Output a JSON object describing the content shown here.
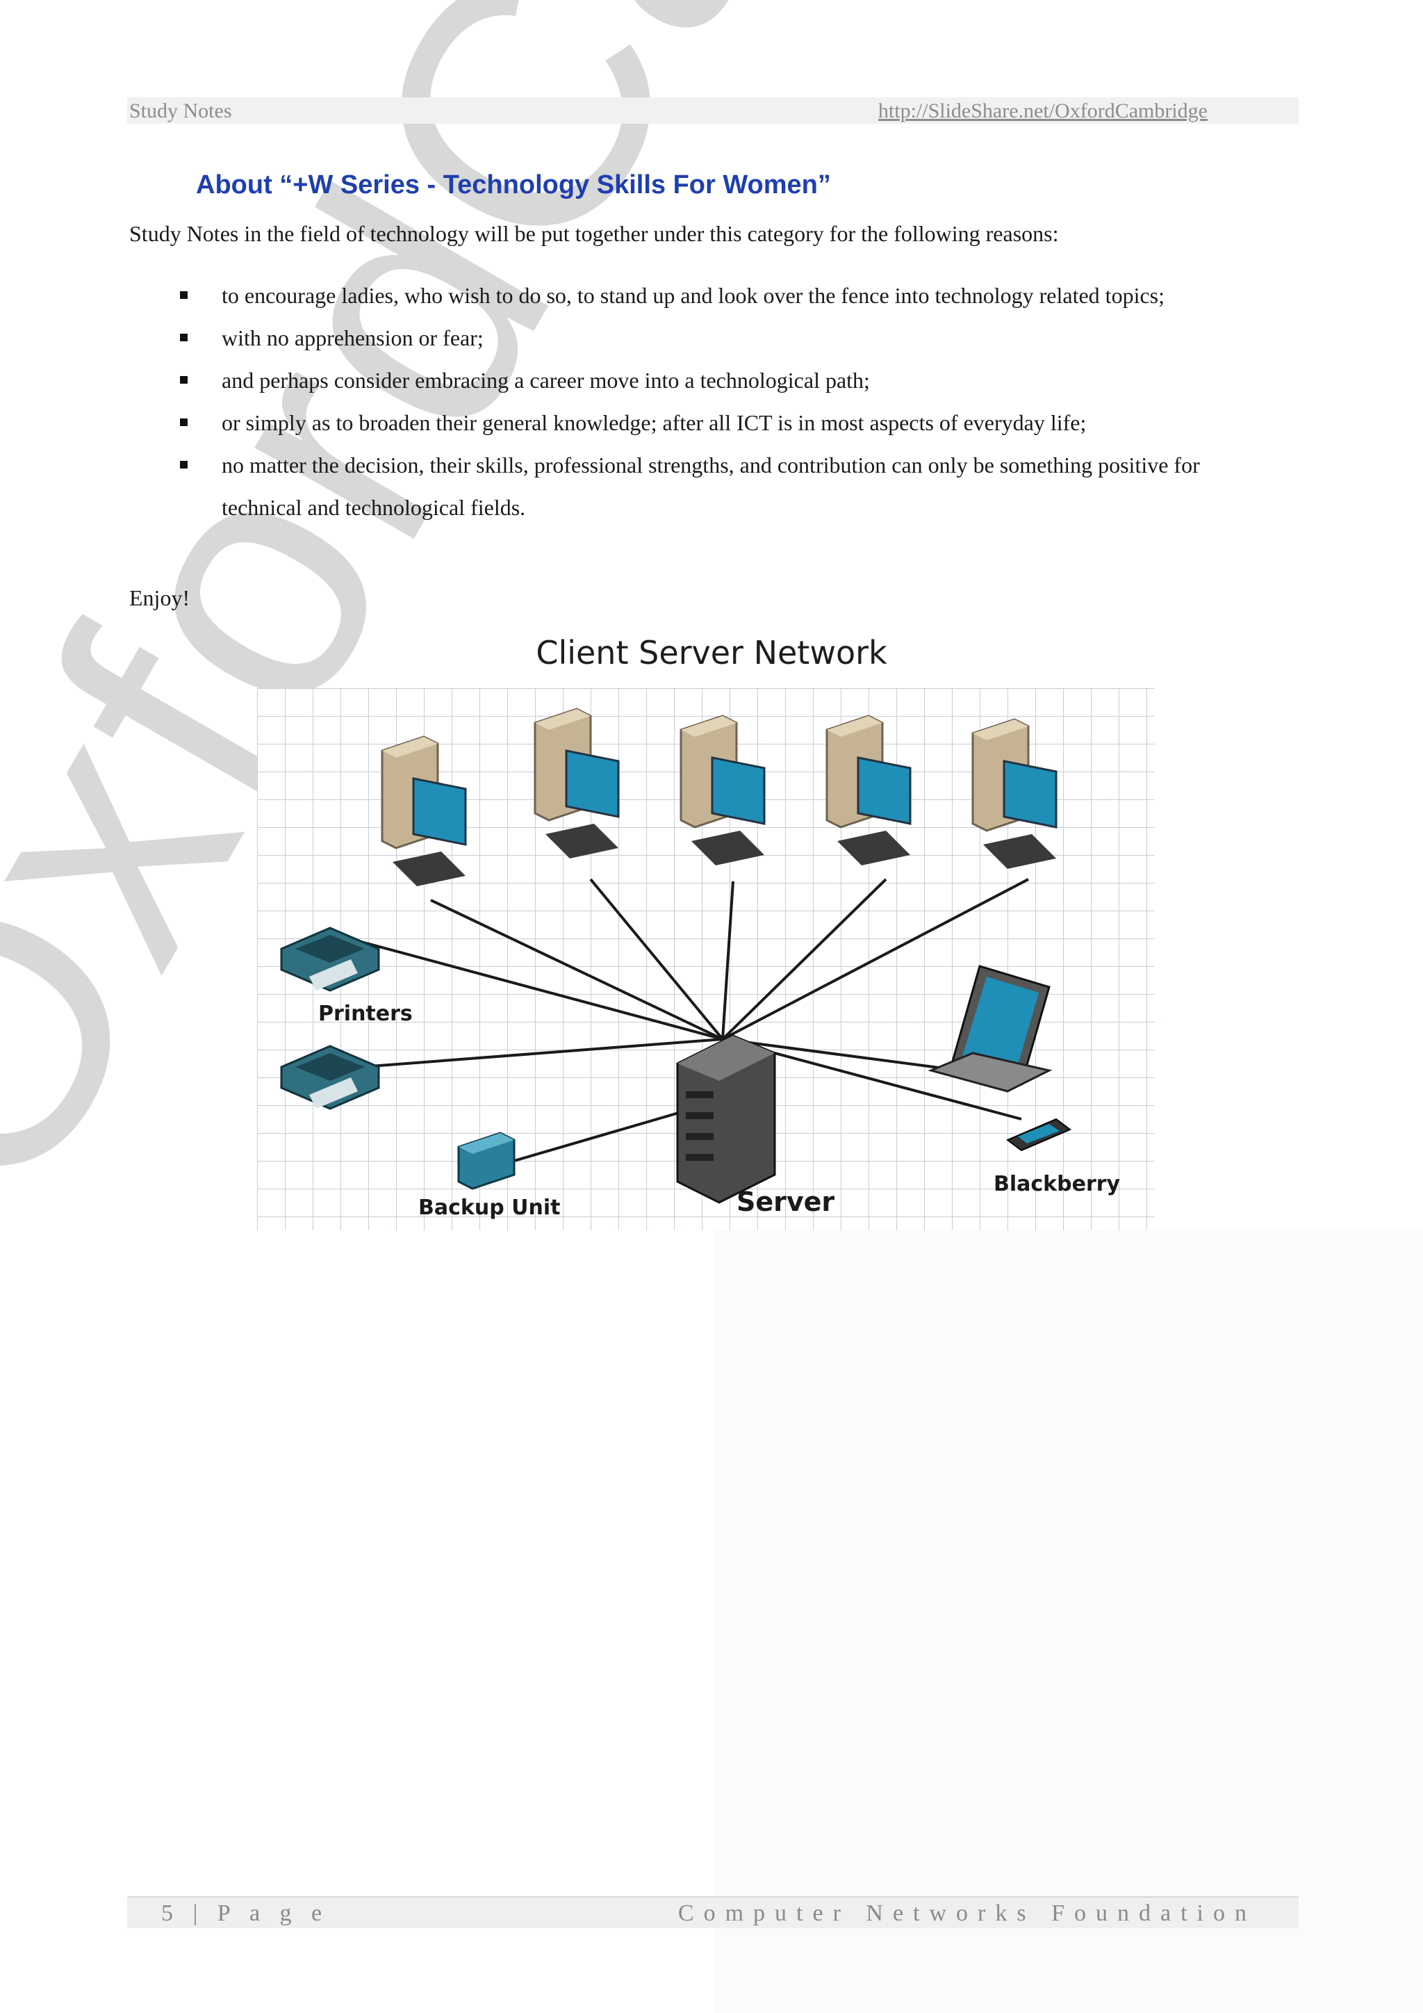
{
  "header": {
    "left_text": "Study Notes",
    "right_link": "http://SlideShare.net/OxfordCambridge"
  },
  "watermark": {
    "text": "OxfordCambridge.Org"
  },
  "body": {
    "title": "About “+W Series - Technology Skills For Women”",
    "intro": "Study Notes in the field of technology will be put together under this category for the following reasons:",
    "bullets": [
      "to encourage ladies, who wish to do so, to stand up and look over the fence into technology related topics;",
      "with no apprehension or fear;",
      "and perhaps consider embracing a career move into a technological path;",
      "or simply as to broaden their general knowledge; after all ICT is in most aspects of everyday life;",
      "no matter the decision, their skills, professional strengths, and contribution can only be something positive for technical and technological fields."
    ],
    "closing": "Enjoy!"
  },
  "diagram": {
    "title": "Client Server Network",
    "labels": {
      "printers": "Printers",
      "backup": "Backup Unit",
      "server": "Server",
      "blackberry": "Blackberry"
    },
    "colors": {
      "screen": "#1f8fb8",
      "grid": "#c9ccd6",
      "device_dark": "#2f6f80"
    }
  },
  "footer": {
    "page": "5 | P a g e",
    "title": "Computer Networks Foundation"
  }
}
